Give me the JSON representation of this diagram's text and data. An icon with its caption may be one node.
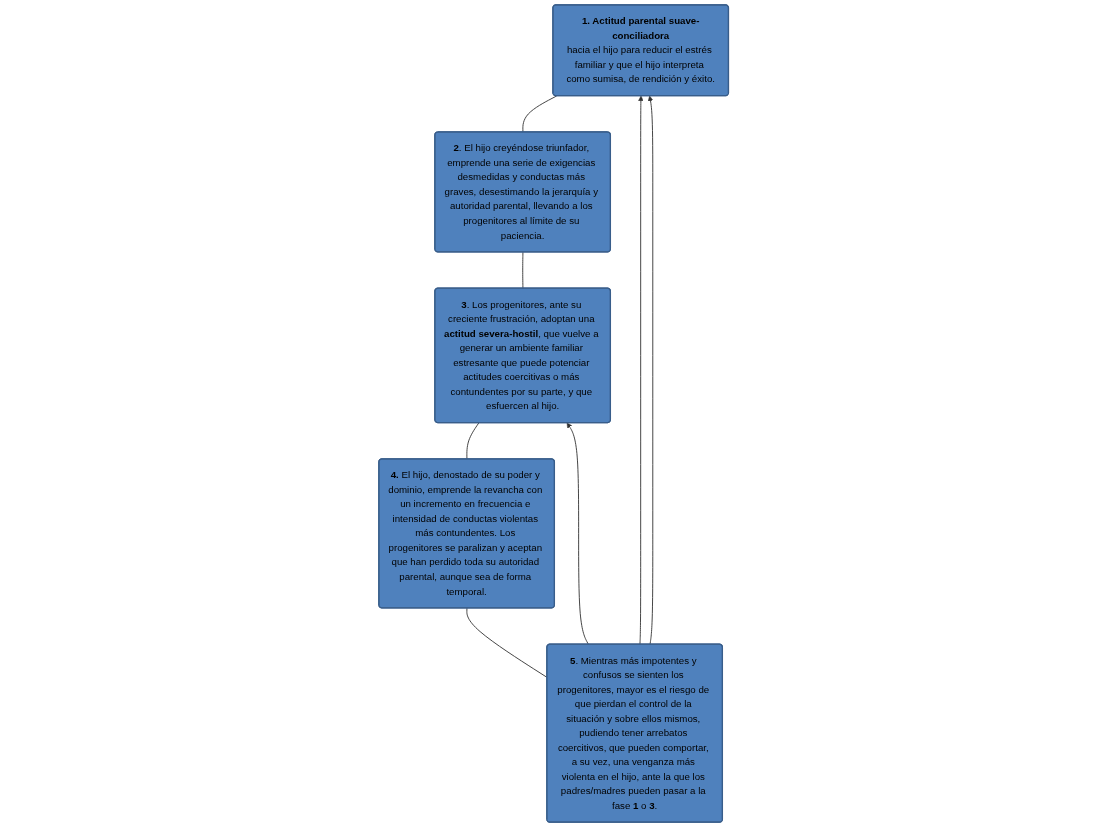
{
  "diagram": {
    "nodes": [
      {
        "text": [
          "**1. Actitud parental suave-conciliadora**",
          "hacia el hijo para reducir el estrés familiar y que el hijo interpreta como sumisa, de rendición y éxito."
        ]
      },
      {
        "text": [
          "**2**. El hijo creyéndose triunfador, emprende una serie de exigencias desmedidas y conductas más graves, desestimando la jerarquía y autoridad parental, llevando a los progenitores al límite de su paciencia."
        ]
      },
      {
        "text": [
          "**3**. Los progenitores, ante su creciente frustración, adoptan una **actitud severa-hostil**, que vuelve a generar un ambiente familiar estresante que puede potenciar actitudes coercitivas o más contundentes por su parte, y que esfuercen al hijo."
        ]
      },
      {
        "text": [
          "**4.** El hijo, denostado de su poder y dominio, emprende la revancha con un incremento en frecuencia e intensidad de conductas violentas más contundentes. Los progenitores se paralizan y aceptan que han perdido toda su autoridad parental, aunque sea de forma temporal."
        ]
      },
      {
        "text": [
          "**5**. Mientras más impotentes y confusos se sienten los progenitores, mayor es el riesgo de que pierdan el control de la situación y sobre ellos mismos, pudiendo tener arrebatos coercitivos, que pueden comportar, a su vez, una venganza más violenta en el hijo, ante la que los padres/madres pueden pasar a la fase **1** o **3**."
        ]
      }
    ],
    "edges": [
      {
        "from": 0,
        "to": 1,
        "arrow": "none"
      },
      {
        "from": 1,
        "to": 2,
        "arrow": "none"
      },
      {
        "from": 2,
        "to": 3,
        "arrow": "none"
      },
      {
        "from": 3,
        "to": 4,
        "arrow": "none"
      },
      {
        "from": 4,
        "to": 0,
        "arrow": "to"
      },
      {
        "from": 4,
        "to": 0,
        "arrow": "to"
      },
      {
        "from": 4,
        "to": 2,
        "arrow": "to"
      }
    ]
  }
}
